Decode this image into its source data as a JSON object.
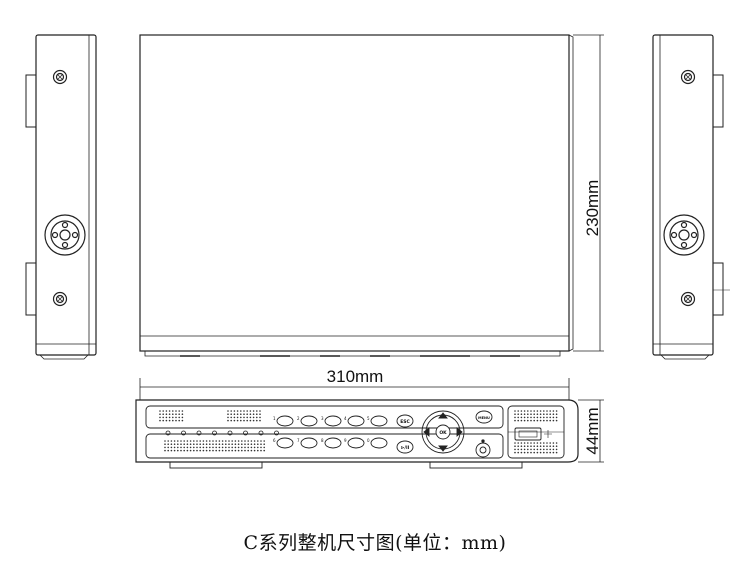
{
  "dimensions": {
    "height": "230mm",
    "width": "310mm",
    "depth": "44mm"
  },
  "panel": {
    "row1_numbers": [
      "1",
      "2",
      "3",
      "4",
      "5"
    ],
    "row2_numbers": [
      "6",
      "7",
      "8",
      "9",
      "0"
    ],
    "esc_label": "ESC",
    "ok_label": "OK",
    "menu_label": "MENU",
    "bottom_button_label": "⊳/II"
  },
  "caption": "C系列整机尺寸图(单位：mm)",
  "colors": {
    "line": "#222222",
    "fill": "#ffffff"
  }
}
